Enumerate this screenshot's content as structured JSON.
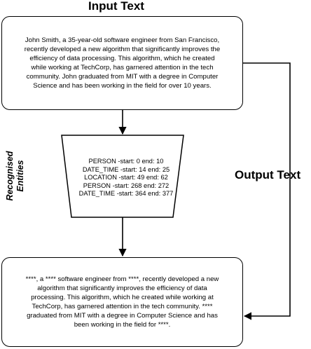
{
  "diagram": {
    "input_title": "Input Text",
    "output_label": "Output Text",
    "side_label": {
      "line1": "Recognised",
      "line2": "Entities"
    },
    "input_text": {
      "line1": "John Smith, a 35-year-old software engineer from San Francisco,",
      "line2": "recently developed a new algorithm that significantly improves the",
      "line3": "efficiency of data processing. This algorithm, which he created",
      "line4": "while working at TechCorp, has garnered attention in the tech",
      "line5": "community. John graduated from MIT with a degree in Computer",
      "line6": "Science and has been working in the field for over 10 years."
    },
    "entities": {
      "e1": "PERSON -start: 0 end: 10",
      "e2": "DATE_TIME -start: 14 end: 25",
      "e3": "LOCATION -start: 49 end: 62",
      "e4": "PERSON -start: 268 end: 272",
      "e5": "DATE_TIME -start: 364 end: 377"
    },
    "output_text": {
      "line1": "****, a **** software engineer from ****, recently developed a new",
      "line2": "algorithm that significantly improves the efficiency of data",
      "line3": "processing. This algorithm, which he created while working at",
      "line4": "TechCorp, has garnered attention in the tech community. ****",
      "line5": "graduated from MIT with a degree in Computer Science and has",
      "line6": "been working in the field for ****."
    }
  }
}
